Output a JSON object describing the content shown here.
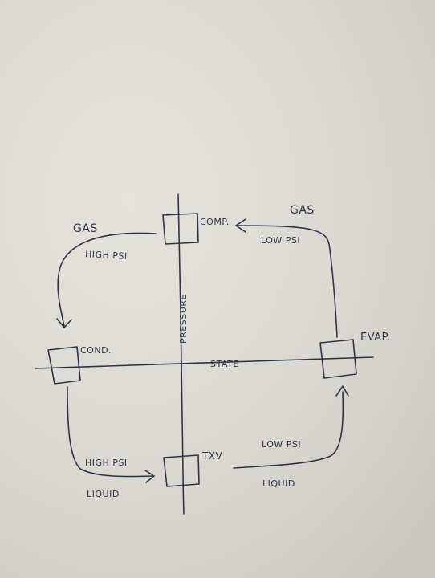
{
  "diagram": {
    "axes": {
      "vertical_label": "PRESSURE",
      "horizontal_label": "STATE"
    },
    "components": {
      "compressor": "COMP.",
      "condenser": "COND.",
      "txv": "TXV",
      "evaporator": "EVAP."
    },
    "flows": {
      "top_left_state": "GAS",
      "top_left_pressure": "HIGH PSI",
      "top_right_state": "GAS",
      "top_right_pressure": "LOW PSI",
      "bottom_left_pressure": "HIGH PSI",
      "bottom_left_state": "LIQUID",
      "bottom_right_pressure": "LOW PSI",
      "bottom_right_state": "LIQUID"
    },
    "ink_color": "#2e3348",
    "paper_color": "#dcd9d2"
  }
}
